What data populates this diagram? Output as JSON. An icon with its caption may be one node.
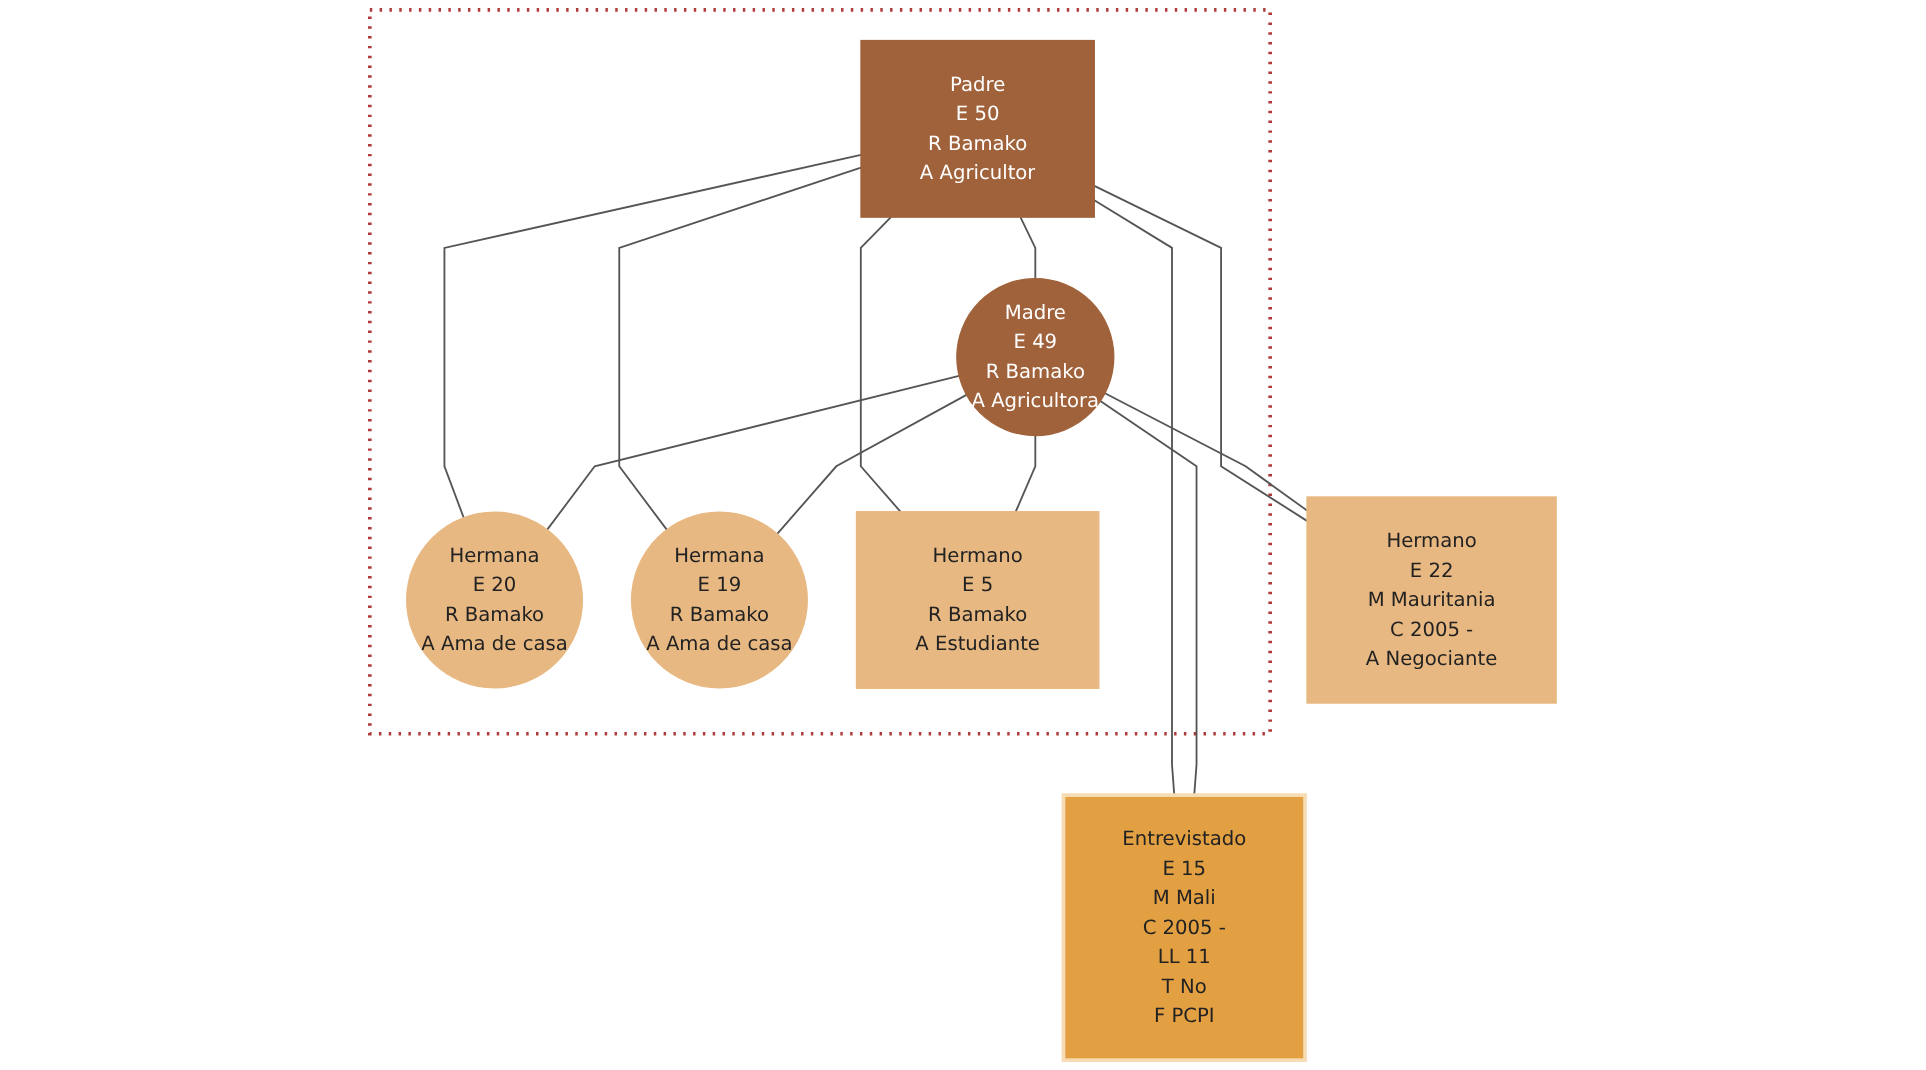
{
  "diagram": {
    "nodes": [
      {
        "text": [],
        "shape": "box"
      },
      {
        "text": [
          "Padre",
          "E 50",
          "R Bamako",
          "A Agricultor"
        ],
        "in": 0
      },
      {
        "text": [
          "Madre",
          "E 49",
          "R Bamako",
          "A Agricultora"
        ],
        "in": 0
      },
      {
        "text": [
          "Hermano",
          "E 22",
          "M Mauritania",
          "C 2005 -",
          "A Negociante"
        ]
      },
      {
        "text": [
          "Hermana",
          "E 20",
          "R Bamako",
          "A Ama de casa"
        ],
        "in": 0
      },
      {
        "text": [
          "Hermana",
          "E 19",
          "R Bamako",
          "A Ama de casa"
        ],
        "in": 0
      },
      {
        "text": [
          "Entrevistado",
          "E 15",
          "M Mali",
          "C 2005 -",
          "LL 11",
          "T No",
          "F PCPI"
        ]
      },
      {
        "text": [
          "Hermano",
          "E 5",
          "R Bamako",
          "A Estudiante"
        ],
        "in": 0
      }
    ],
    "edges": [
      {
        "from": 1,
        "to": 2,
        "arrow": "none"
      },
      {
        "from": 1,
        "to": 3,
        "arrow": "none"
      },
      {
        "from": 1,
        "to": 4,
        "arrow": "none"
      },
      {
        "from": 1,
        "to": 5,
        "arrow": "none"
      },
      {
        "from": 1,
        "to": 6,
        "arrow": "none"
      },
      {
        "from": 1,
        "to": 7,
        "arrow": "none"
      },
      {
        "from": 2,
        "to": 3,
        "arrow": "none"
      },
      {
        "from": 2,
        "to": 4,
        "arrow": "none"
      },
      {
        "from": 2,
        "to": 5,
        "arrow": "none"
      },
      {
        "from": 2,
        "to": 6,
        "arrow": "none"
      },
      {
        "from": 2,
        "to": 7,
        "arrow": "none"
      }
    ]
  }
}
